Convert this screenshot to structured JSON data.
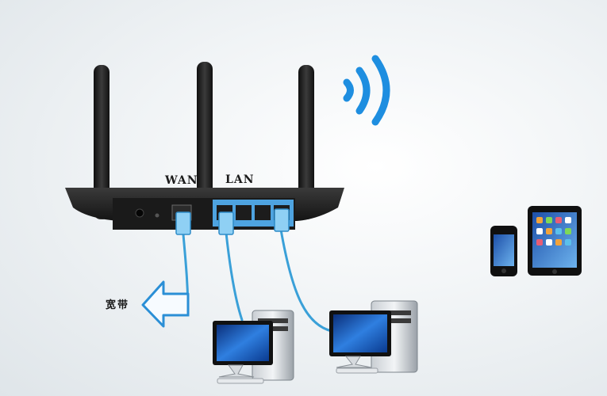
{
  "labels": {
    "wan": "WAN",
    "lan": "LAN",
    "broadband": "宽带"
  },
  "icons": [
    "wifi-signal-icon",
    "broadband-arrow-icon",
    "router-icon",
    "desktop-pc-icon",
    "smartphone-icon",
    "tablet-icon"
  ],
  "colors": {
    "cable": "#3aa0d8",
    "wifi": "#1e8ee0",
    "router_body": "#262626",
    "lan_panel": "#4ea3e0",
    "arrow": "#2b8fd6"
  }
}
